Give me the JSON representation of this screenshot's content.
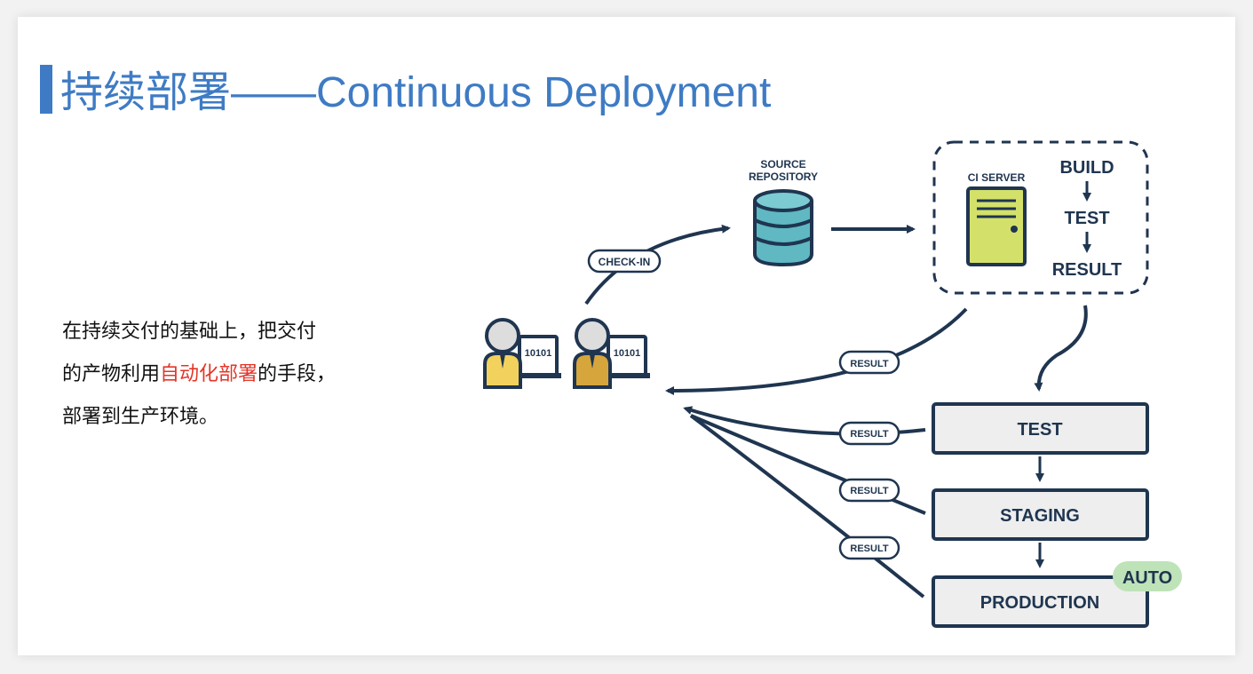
{
  "header": {
    "title": "持续部署——Continuous Deployment"
  },
  "description": {
    "line1": "在持续交付的基础上，把交付",
    "line2_prefix": "的产物利用",
    "line2_highlight": "自动化部署",
    "line2_suffix": "的手段，",
    "line3": "部署到生产环境。"
  },
  "diagram": {
    "source_repo_line1": "SOURCE",
    "source_repo_line2": "REPOSITORY",
    "check_in": "CHECK-IN",
    "ci_server": "CI SERVER",
    "build": "BUILD",
    "test": "TEST",
    "result": "RESULT",
    "result_label": "RESULT",
    "laptop_code": "10101",
    "stage_test": "TEST",
    "stage_staging": "STAGING",
    "stage_production": "PRODUCTION",
    "auto_badge": "AUTO"
  },
  "colors": {
    "accent": "#3e7bc4",
    "highlight": "#e2362a",
    "navy": "#1f3550",
    "repo_teal": "#5fb8c2",
    "server_green": "#d3e16a",
    "auto_green": "#bfe3b8",
    "stage_fill": "#eeeeee"
  }
}
